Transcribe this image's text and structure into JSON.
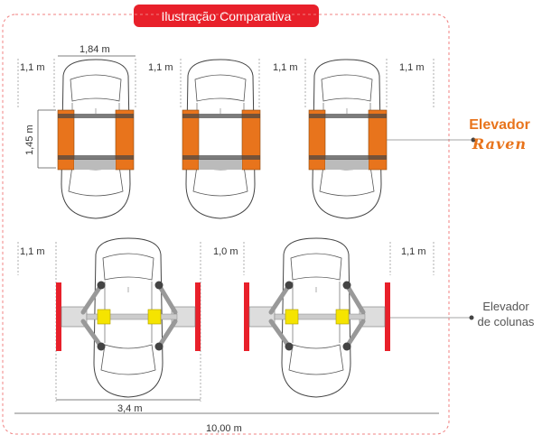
{
  "title": "Ilustração Comparativa",
  "dimensions": {
    "gap_top_left": "1,1 m",
    "width_top": "1,84 m",
    "gap_top_1": "1,1 m",
    "gap_top_2": "1,1 m",
    "gap_top_right": "1,1 m",
    "height_platform": "1,45 m",
    "gap_bottom_left": "1,1 m",
    "gap_bottom_mid": "1,0 m",
    "gap_bottom_right": "1,1 m",
    "width_bottom": "3,4 m",
    "total_width": "10,00 m"
  },
  "labels": {
    "elevador_raven": "Elevador",
    "raven_logo": "Raven",
    "elevador_colunas_1": "Elevador",
    "elevador_colunas_2": "de colunas"
  },
  "colors": {
    "accent_red": "#e8202a",
    "platform_orange": "#e8741c",
    "pad_yellow": "#f5e400",
    "border_dashed": "#f08080"
  }
}
